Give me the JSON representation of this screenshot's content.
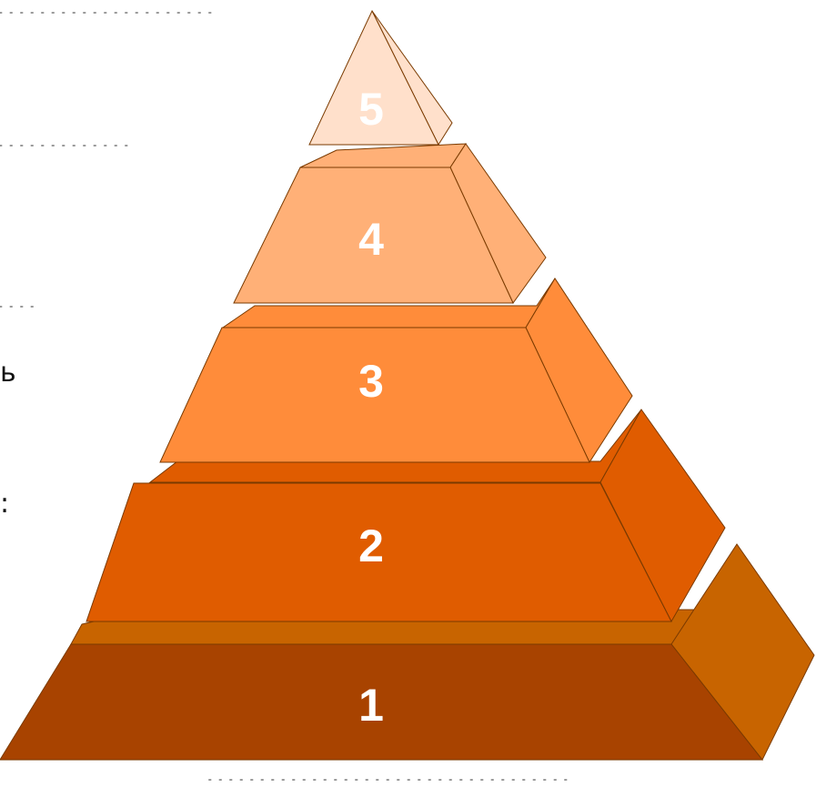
{
  "pyramid": {
    "levels": [
      {
        "label": "1",
        "front": "#A84300",
        "side": "#C86400",
        "top": "#C86400"
      },
      {
        "label": "2",
        "front": "#E05C00",
        "side": "#E05C00",
        "top": "#E05C00"
      },
      {
        "label": "3",
        "front": "#FF8C3A",
        "side": "#FF8C3A",
        "top": "#FF8C3A"
      },
      {
        "label": "4",
        "front": "#FFB077",
        "side": "#FFB077",
        "top": "#FFB077"
      },
      {
        "label": "5",
        "front": "#FFE0CB",
        "side": "#FFE0CB",
        "top": "#FFE0CB"
      }
    ],
    "outline": "#7A3A00",
    "dot_color": "#999999"
  },
  "left_fragments": [
    "ь",
    ":"
  ]
}
